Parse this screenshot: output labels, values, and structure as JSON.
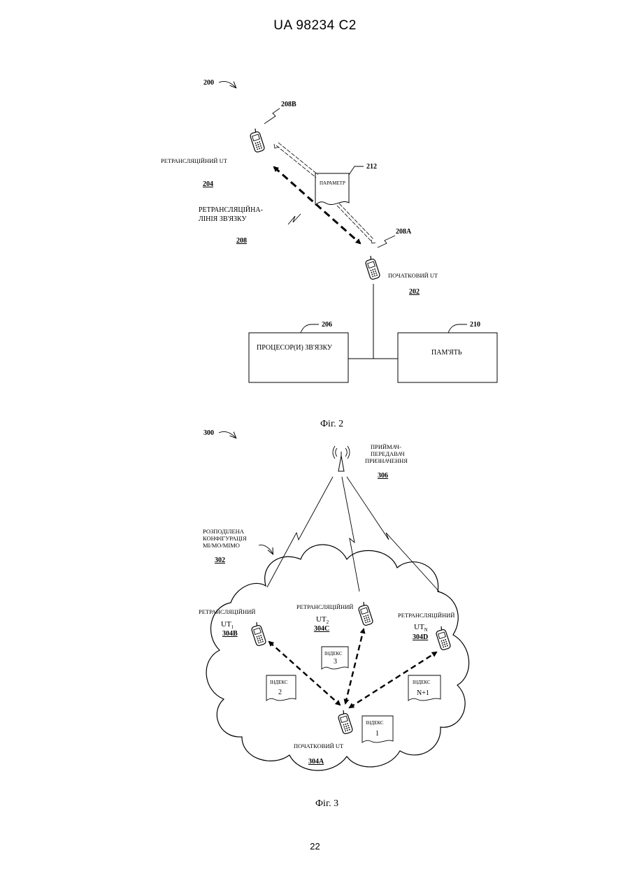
{
  "header": {
    "text": "UA   98234   C2"
  },
  "footer": {
    "page_number": "22"
  },
  "figure2": {
    "ref_main": "200",
    "ref_208B": "208B",
    "relay_ut_label": "РЕТРАНСЛЯЦІЙНИЙ UT",
    "relay_ut_ref": "204",
    "param_ref": "212",
    "param_label": "ПАРАМЕТР",
    "link_label_1": "РЕТРАНСЛЯЦІЙНА-",
    "link_label_2": "ЛІНІЯ ЗВ'ЯЗКУ",
    "link_ref": "208",
    "ref_208A": "208A",
    "origin_ut_label": "ПОЧАТКОВИЙ UT",
    "origin_ut_ref": "202",
    "processor_ref": "206",
    "processor_label": "ПРОЦЕСОР(И) ЗВ'ЯЗКУ",
    "memory_ref": "210",
    "memory_label": "ПАМ'ЯТЬ",
    "caption": "Фіг. 2"
  },
  "figure3": {
    "ref_main": "300",
    "dest_label_1": "ПРИЙМАЧ-",
    "dest_label_2": "ПЕРЕДАВАЧ",
    "dest_label_3": "ПРИЗНАЧЕННЯ",
    "dest_ref": "306",
    "config_label_1": "РОЗПОДІЛЕНА",
    "config_label_2": "КОНФІГУРАЦІЯ",
    "config_label_3": "MI/MO/MIMO",
    "config_ref": "302",
    "relay_label": "РЕТРАНСЛЯЦІЙНИЙ",
    "ut_text": "UT",
    "ut1_sub": "1",
    "ut2_sub": "2",
    "utn_sub": "N",
    "ref_304B": "304B",
    "ref_304C": "304C",
    "ref_304D": "304D",
    "index_label": "ІНДЕКС",
    "index_1": "1",
    "index_2": "2",
    "index_3": "3",
    "index_n1": "N+1",
    "origin_label": "ПОЧАТКОВИЙ UT",
    "origin_ref": "304A",
    "caption": "Фіг. 3"
  }
}
